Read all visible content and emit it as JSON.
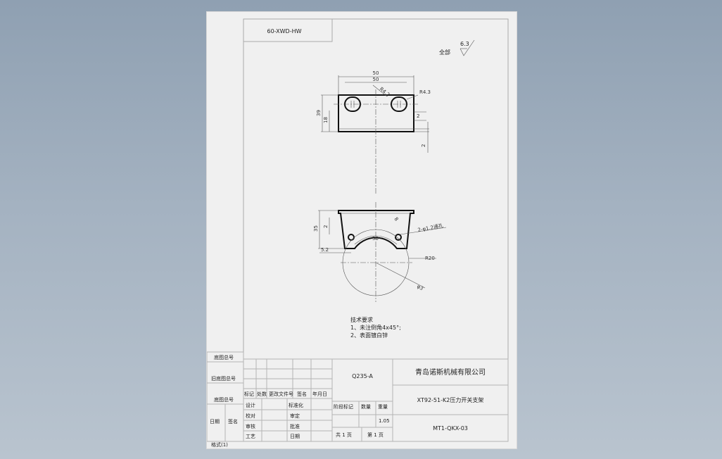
{
  "top_label": "60-XWD-HW",
  "roughness": {
    "value": "6.3",
    "prefix": "全部"
  },
  "dimensions": {
    "d50a": "50",
    "d50b": "50",
    "r42": "R4.2",
    "r43": "R4.3",
    "d2a": "2",
    "d2b": "2",
    "d39": "39",
    "d18": "18",
    "d2c": "2",
    "d35": "35",
    "d52": "5.2",
    "d50c": "50",
    "d8": "8",
    "hole": "2-φ1.2通孔",
    "r20": "R20",
    "phi": "φ3"
  },
  "notes": {
    "title": "技术要求",
    "line1": "1、未注倒角4x45°;",
    "line2": "2、表面镀白锌"
  },
  "left_column": [
    "底图总号",
    "旧底图总号",
    "底图总号",
    "日期",
    "签名"
  ],
  "title_block": {
    "material": "Q235-A",
    "company": "青岛诺斯机械有限公司",
    "part_name": "XT92-51-K2压力开关支架",
    "drawing_no": "MT1-QKX-03",
    "rev_headers": [
      "标记",
      "处数",
      "更改文件号",
      "签名",
      "年月日"
    ],
    "roles": [
      "设计",
      "校对",
      "审核",
      "工艺"
    ],
    "roles2": [
      "标准化",
      "审定",
      "批准",
      "日期"
    ],
    "stage_headers": [
      "阶段标记",
      "数量",
      "重量"
    ],
    "weight": "1.05",
    "sheets_total": "共 1 页",
    "sheet_current": "第 1 页",
    "format": "格式(1)"
  }
}
